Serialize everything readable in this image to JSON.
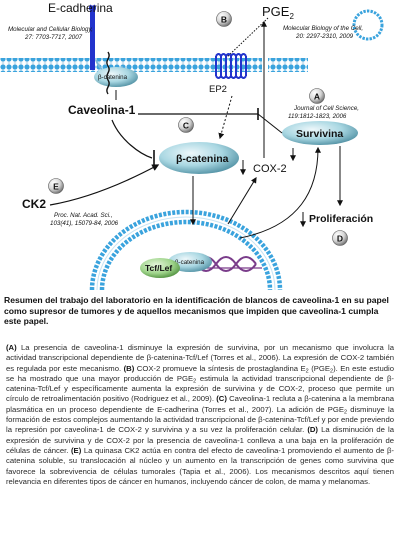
{
  "diagram": {
    "ecadherina": "E-cadherina",
    "mcb_ref_1": "Molecular and Cellular Biology,",
    "mcb_ref_2": "27: 7703-7717, 2007",
    "pge2_base": "PGE",
    "pge2_sub": "2",
    "mbc_ref_1": "Molecular Biology of the Cell,",
    "mbc_ref_2": "20: 2297-2310, 2009",
    "beta_catenina_small": "β-catenina",
    "ep2": "EP2",
    "caveolina": "Caveolina-1",
    "jcs_ref_1": "Journal of Cell Science,",
    "jcs_ref_2": "119:1812-1823, 2006",
    "survivina": "Survivina",
    "beta_catenina": "β-catenina",
    "cox2": "COX-2",
    "ck2": "CK2",
    "pnas_ref_1": "Proc. Nat. Acad. Sci.,",
    "pnas_ref_2": "103(41), 15079-84, 2006",
    "proliferacion": "Proliferación",
    "tcf_lef": "Tcf/Lef",
    "beta_catenina_nuc": "β-catenina",
    "markers": {
      "A": "A",
      "B": "B",
      "C": "C",
      "D": "D",
      "E": "E"
    }
  },
  "caption": "Resumen del trabajo del laboratorio en la identificación de blancos de caveolina-1 en su papel como supresor de tumores y de aquellos mecanismos que impiden que caveolina-1 cumpla este papel.",
  "legend": {
    "A_label": "(A)",
    "A_text": " La presencia de caveolina-1 disminuye la expresión de survivina, por un mecanismo que involucra la actividad transcripcional dependiente de β-catenina-Tcf/Lef (Torres et al., 2006). La expresión de COX-2 también es regulada por este mecanismo. ",
    "B_label": "(B)",
    "B_text_1": " COX-2 promueve la síntesis de prostaglandina E",
    "B_sub_1": "2",
    "B_text_2": " (PGE",
    "B_sub_2": "2",
    "B_text_3": "). En este estudio se ha mostrado que una mayor producción de PGE",
    "B_sub_3": "2",
    "B_text_4": " estimula la actividad transcripcional dependiente de β-catenina-Tcf/Lef y específicamente aumenta la expresión de survivina y de COX-2, proceso que permite un círculo de retroalimentación positivo (Rodriguez et al., 2009). ",
    "C_label": "(C)",
    "C_text_1": " Caveolina-1 recluta a β-catenina a la membrana plasmática en un proceso dependiente de E-cadherina (Torres et al., 2007). La adición de PGE",
    "C_sub": "2",
    "C_text_2": " disminuye la formación de estos complejos aumentando la actividad transcripcional de β-catenina-Tcf/Lef y por ende previendo la represión por caveolina-1 de COX-2 y survivina y a su vez la proliferación celular. ",
    "D_label": "(D)",
    "D_text": " La disminución de la expresión de survivina y de COX-2 por la presencia de caveolina-1 conlleva a una baja en la proliferación de células de cáncer. ",
    "E_label": "(E)",
    "E_text": " La quinasa CK2 actúa en contra del efecto de caveolina-1 promoviendo el aumento de β-catenina soluble, su translocación al núcleo y un aumento en la transcripción de genes como survivina que favorece la sobrevivencia de células tumorales (Tapia et al., 2006). Los mecanismos descritos aquí tienen relevancia en diferentes tipos de cáncer en humanos, incluyendo cáncer de colon, de mama y melanomas."
  },
  "colors": {
    "membrane_blue": "#3aa3dd",
    "receptor_blue": "#2233cc",
    "protein_teal": "#9dd0dc",
    "tcf_green": "#9fd48b",
    "dna_purple": "#7a3c8a"
  }
}
